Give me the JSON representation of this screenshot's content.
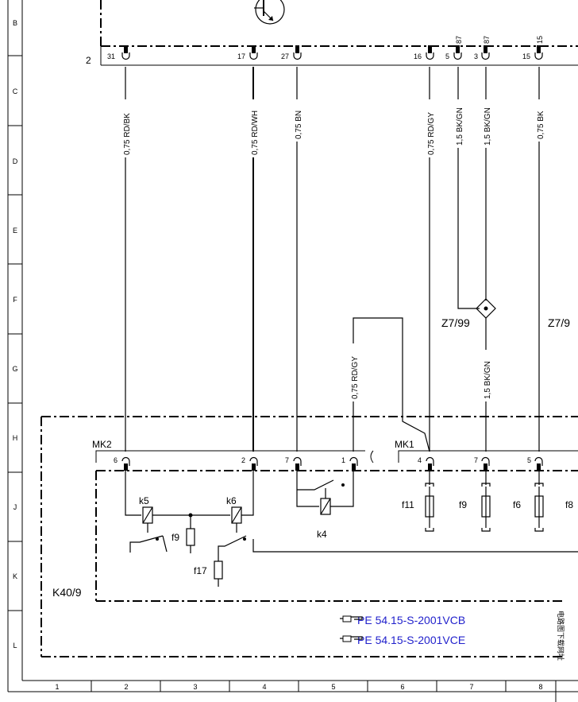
{
  "row_labels": [
    "B",
    "C",
    "D",
    "E",
    "F",
    "G",
    "H",
    "J",
    "K",
    "L"
  ],
  "col_labels": [
    "1",
    "2",
    "3",
    "4",
    "5",
    "6",
    "7",
    "8"
  ],
  "control_unit": {
    "row_number": "2",
    "pins": [
      "31",
      "17",
      "27",
      "16",
      "5",
      "3",
      "15"
    ],
    "pin_tops": [
      "87",
      "87",
      "15"
    ]
  },
  "wires": [
    "0,75 RD/BK",
    "0,75 RD/WH",
    "0,75 BN",
    "0,75 RD/GY",
    "1,5 BK/GN",
    "1,5 BK/GN",
    "0,75 BK",
    "0,75 RD/GY",
    "1,5 BK/GN"
  ],
  "splices": [
    "Z7/99",
    "Z7/9"
  ],
  "connectors": {
    "mk2": {
      "label": "MK2",
      "pins": [
        "6",
        "2",
        "7",
        "1"
      ]
    },
    "mk1": {
      "label": "MK1",
      "pins": [
        "4",
        "7",
        "5"
      ]
    }
  },
  "components": {
    "relays": [
      "k5",
      "k6",
      "k4"
    ],
    "fuses": [
      "f9",
      "f17",
      "f11",
      "f9",
      "f6",
      "f8"
    ],
    "module": "K40/9"
  },
  "references": [
    "PE 54.15-S-2001VCB",
    "PE 54.15-S-2001VCE"
  ],
  "side_note": "电路图下载网址"
}
